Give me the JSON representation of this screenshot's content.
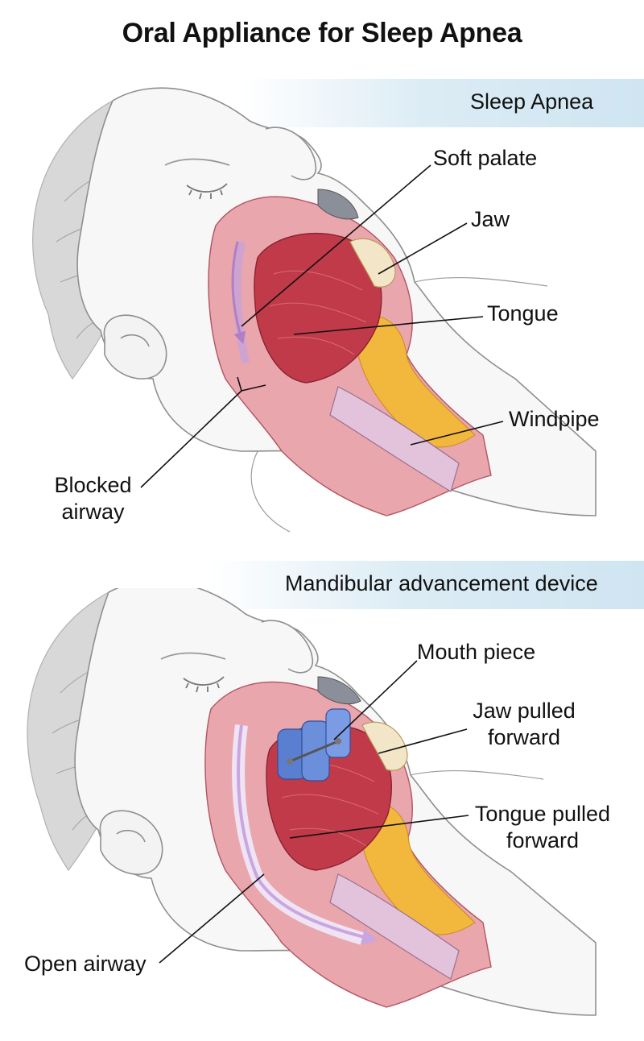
{
  "title": "Oral Appliance for Sleep Apnea",
  "top_panel": {
    "header": "Sleep Apnea",
    "labels": {
      "soft_palate": "Soft palate",
      "jaw": "Jaw",
      "tongue": "Tongue",
      "windpipe": "Windpipe",
      "blocked_airway_1": "Blocked",
      "blocked_airway_2": "airway"
    }
  },
  "bottom_panel": {
    "header": "Mandibular advancement device",
    "labels": {
      "mouth_piece": "Mouth piece",
      "jaw_pulled_1": "Jaw pulled",
      "jaw_pulled_2": "forward",
      "tongue_pulled_1": "Tongue pulled",
      "tongue_pulled_2": "forward",
      "open_airway": "Open airway"
    }
  },
  "colors": {
    "band": "#d6e9f4",
    "skin_line": "#9a9a9a",
    "hair": "#c9c9c9",
    "tissue_red": "#c7394a",
    "tongue": "#b8303f",
    "fat": "#f0b43a",
    "airway": "#e8c9de",
    "device": "#5b7fd0",
    "leader": "#111111"
  }
}
